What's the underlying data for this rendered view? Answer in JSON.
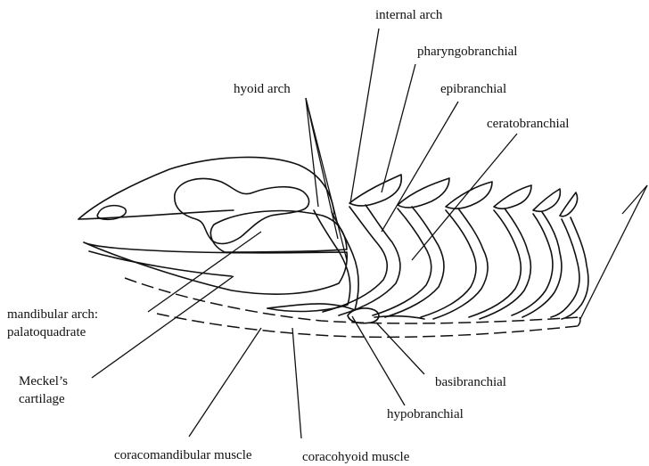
{
  "labels": {
    "internal_arch": "internal arch",
    "pharyngobranchial": "pharyngobranchial",
    "hyoid_arch": "hyoid arch",
    "epibranchial": "epibranchial",
    "ceratobranchial": "ceratobranchial",
    "mandibular_arch_line1": "mandibular arch:",
    "mandibular_arch_line2": "palatoquadrate",
    "meckels_line1": "Meckel’s",
    "meckels_line2": "cartilage",
    "basibranchial": "basibranchial",
    "hypobranchial": "hypobranchial",
    "coracomandibular_muscle": "coracomandibular muscle",
    "coracohyoid_muscle": "coracohyoid muscle"
  },
  "colors": {
    "ink": "#111111",
    "background": "#ffffff"
  }
}
